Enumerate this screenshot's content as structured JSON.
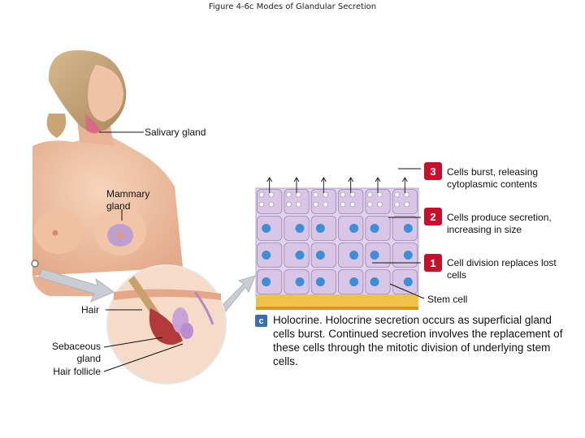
{
  "figure_title": "Figure 4-6c  Modes of Glandular Secretion",
  "labels": {
    "salivary": "Salivary gland",
    "mammary": "Mammary\ngland",
    "hair": "Hair",
    "sebaceous": "Sebaceous\ngland",
    "follicle": "Hair follicle",
    "stem_cell": "Stem cell"
  },
  "steps": [
    {
      "number": "3",
      "text": "Cells burst, releasing cytoplasmic contents"
    },
    {
      "number": "2",
      "text": "Cells produce secretion, increasing in size"
    },
    {
      "number": "1",
      "text": "Cell division replaces lost cells"
    }
  ],
  "caption": {
    "letter": "c",
    "text": "Holocrine. Holocrine secretion occurs as superficial gland cells burst. Continued secretion involves the replacement of these cells through the mitotic division of underlying stem cells."
  },
  "colors": {
    "step_badge": "#c8102e",
    "caption_badge": "#3b6db3",
    "skin": "#f0c3a4",
    "cell": "#d9c6e6",
    "nucleus": "#3a8fd6",
    "basement": "#f2c14a"
  }
}
